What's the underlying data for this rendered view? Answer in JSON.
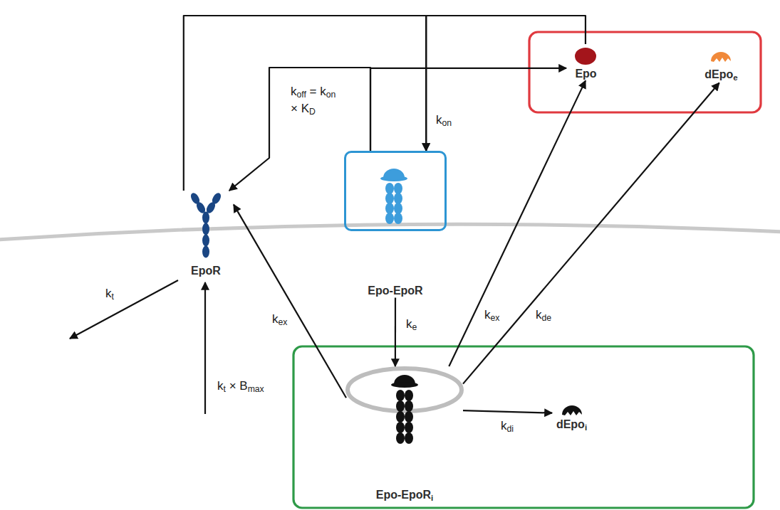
{
  "diagram": {
    "nodes": [
      {
        "text": [
          "Epo"
        ]
      },
      {
        "text": [
          "dEpoe"
        ]
      },
      {
        "text": [
          "Epo-EpoR"
        ]
      },
      {
        "text": [
          "EpoR"
        ]
      },
      {
        "text": [
          "Epo-EpoRi"
        ]
      },
      {
        "text": [
          "dEpoi"
        ]
      }
    ],
    "edges": [
      {
        "from": 3,
        "to": 2,
        "arrow": "to"
      },
      {
        "from": 0,
        "to": 2,
        "arrow": "to"
      },
      {
        "from": 2,
        "to": 3,
        "arrow": "to"
      },
      {
        "from": 2,
        "to": 0,
        "arrow": "to"
      },
      {
        "from": 2,
        "to": 4,
        "arrow": "to",
        "label": "ke"
      },
      {
        "from": 4,
        "to": 3,
        "arrow": "to",
        "label": "kex"
      },
      {
        "from": 4,
        "to": 0,
        "arrow": "to",
        "label": "kex"
      },
      {
        "from": 4,
        "to": 1,
        "arrow": "to",
        "label": "kde"
      },
      {
        "from": 4,
        "to": 5,
        "arrow": "to",
        "label": "kdi"
      }
    ],
    "labels": [
      "koff = kon × KD",
      "kon",
      "kt",
      "kt × Bmax"
    ]
  }
}
